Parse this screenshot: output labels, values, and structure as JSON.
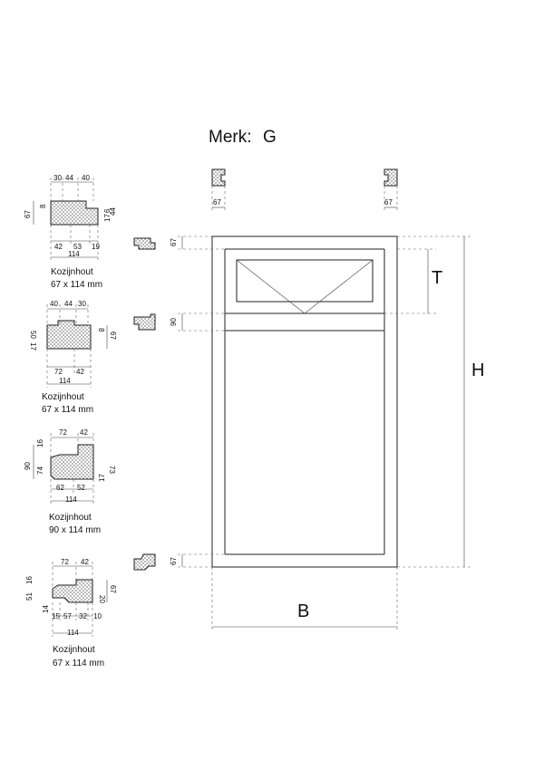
{
  "title": {
    "label": "Merk:",
    "value": "G"
  },
  "main_labels": {
    "T": "T",
    "H": "H",
    "B": "B"
  },
  "main_dims": {
    "top_left": "67",
    "top_right": "67",
    "frame_top": "67",
    "transom": "90",
    "frame_bottom": "67"
  },
  "sections": [
    {
      "caption_1": "Kozijnhout",
      "caption_2": "67 x 114 mm",
      "dims": [
        "30",
        "44",
        "40",
        "8",
        "67",
        "44",
        "17",
        "6",
        "42",
        "53",
        "19",
        "114"
      ]
    },
    {
      "caption_1": "Kozijnhout",
      "caption_2": "67 x 114 mm",
      "dims": [
        "40",
        "44",
        "30",
        "8",
        "50",
        "17",
        "67",
        "72",
        "42",
        "114"
      ]
    },
    {
      "caption_1": "Kozijnhout",
      "caption_2": "90 x 114 mm",
      "dims": [
        "72",
        "42",
        "16",
        "90",
        "74",
        "73",
        "17",
        "62",
        "52",
        "114"
      ]
    },
    {
      "caption_1": "Kozijnhout",
      "caption_2": "67 x 114 mm",
      "dims": [
        "72",
        "42",
        "16",
        "51",
        "67",
        "20",
        "14",
        "15",
        "57",
        "32",
        "10",
        "114"
      ]
    }
  ]
}
